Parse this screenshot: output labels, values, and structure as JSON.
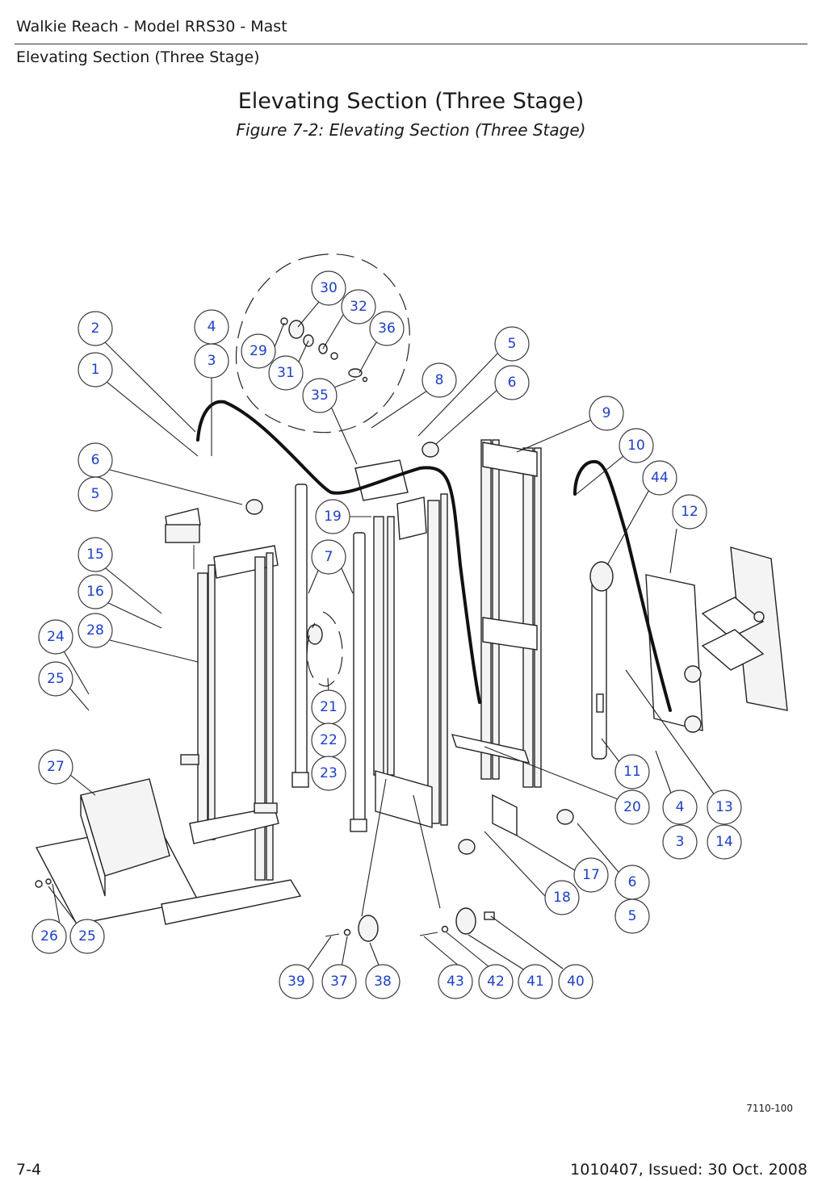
{
  "header": {
    "line1": "Walkie Reach - Model RRS30 - Mast",
    "line2": "Elevating Section (Three Stage)"
  },
  "page": {
    "title": "Elevating Section (Three Stage)",
    "caption": "Figure 7-2:  Elevating Section (Three Stage)",
    "drawing_number": "7110-100"
  },
  "footer": {
    "page_number": "7-4",
    "document": "1010407, Issued: 30 Oct. 2008"
  },
  "colors": {
    "callout_text": "#1c3fc9"
  },
  "callouts": [
    "1",
    "2",
    "3",
    "4",
    "5",
    "6",
    "7",
    "8",
    "9",
    "10",
    "11",
    "12",
    "13",
    "14",
    "15",
    "16",
    "17",
    "18",
    "19",
    "20",
    "21",
    "22",
    "23",
    "24",
    "25",
    "26",
    "27",
    "28",
    "29",
    "30",
    "31",
    "32",
    "35",
    "36",
    "37",
    "38",
    "39",
    "40",
    "41",
    "42",
    "43",
    "44"
  ]
}
